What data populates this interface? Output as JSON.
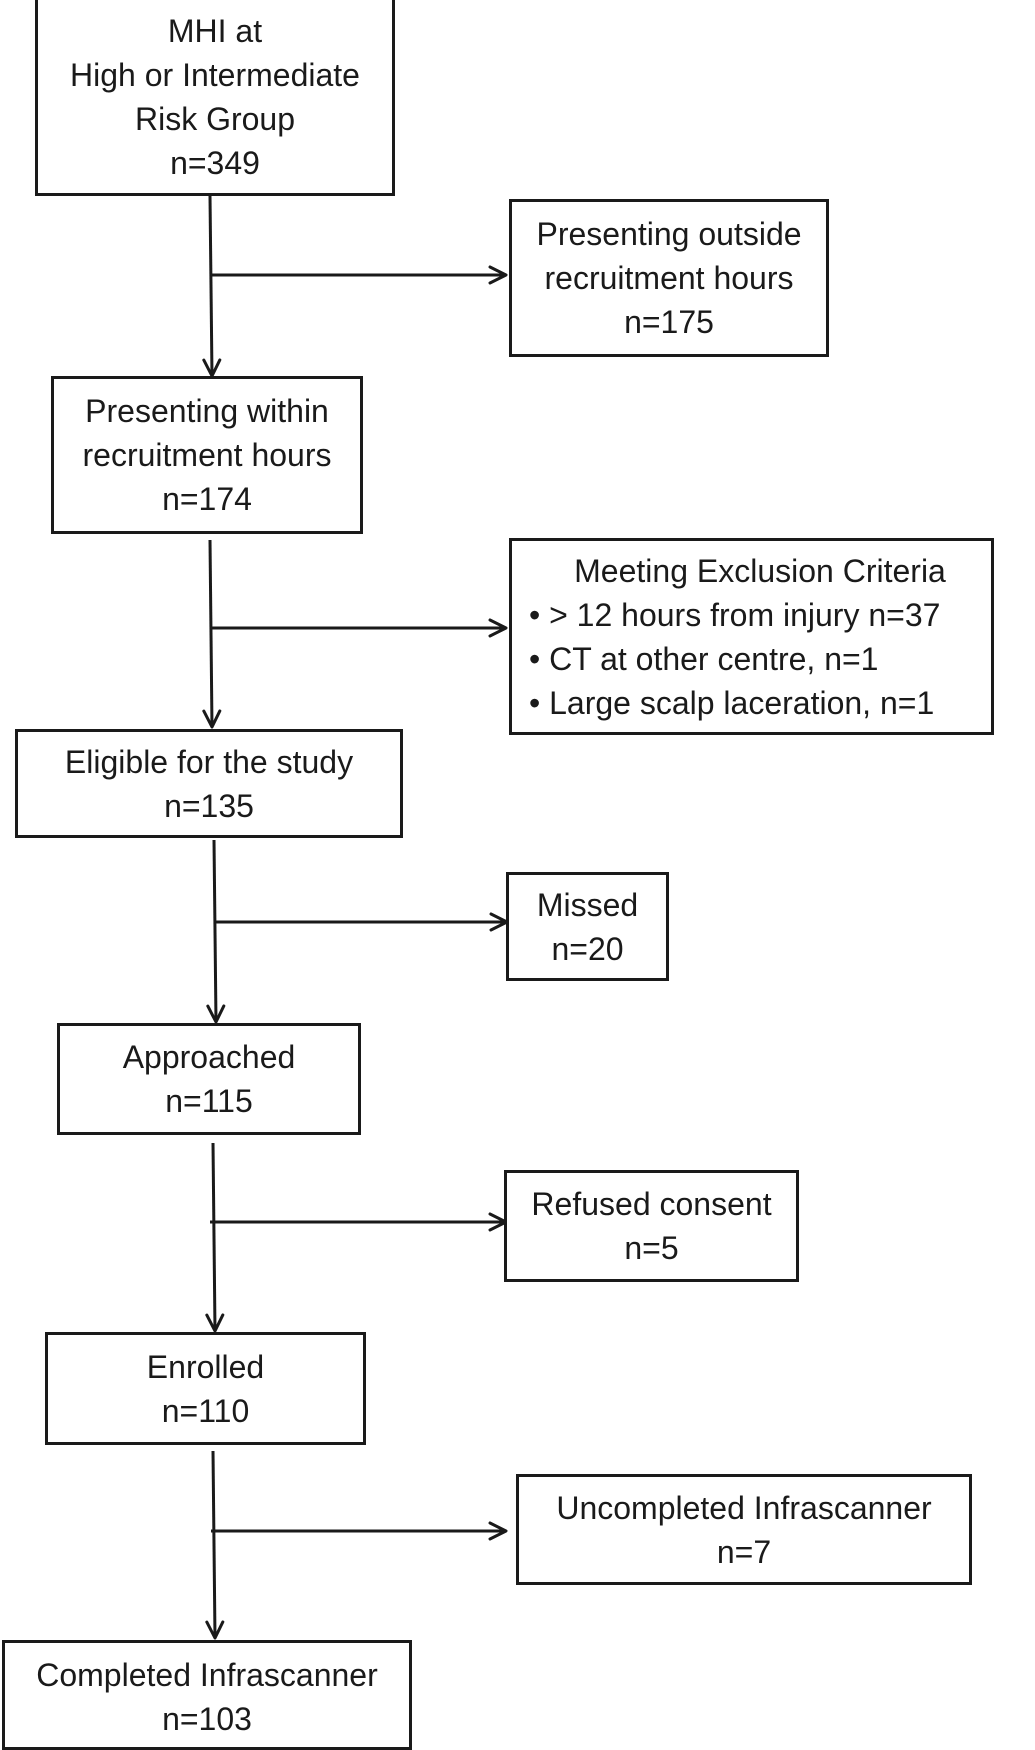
{
  "diagram": {
    "main_boxes": [
      {
        "lines": [
          "MHI at",
          "High or Intermediate",
          "Risk Group",
          "n=349"
        ]
      },
      {
        "lines": [
          "Presenting within",
          "recruitment hours",
          "n=174"
        ]
      },
      {
        "lines": [
          "Eligible for the study",
          "n=135"
        ]
      },
      {
        "lines": [
          "Approached",
          "n=115"
        ]
      },
      {
        "lines": [
          "Enrolled",
          "n=110"
        ]
      },
      {
        "lines": [
          "Completed Infrascanner",
          "n=103"
        ]
      }
    ],
    "side_boxes": [
      {
        "lines": [
          "Presenting outside",
          "recruitment hours",
          "n=175"
        ]
      },
      {
        "title": "Meeting Exclusion Criteria",
        "bullets": [
          "> 12 hours from injury n=37",
          "CT at other centre, n=1",
          "Large scalp laceration, n=1"
        ]
      },
      {
        "lines": [
          "Missed",
          "n=20"
        ]
      },
      {
        "lines": [
          "Refused consent",
          "n=5"
        ]
      },
      {
        "lines": [
          "Uncompleted Infrascanner",
          "n=7"
        ]
      }
    ]
  }
}
